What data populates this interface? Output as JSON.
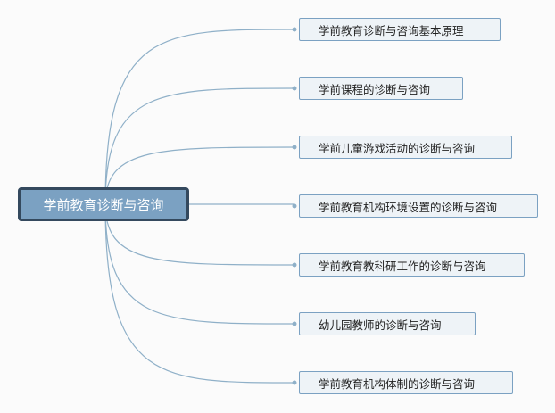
{
  "root": {
    "label": "学前教育诊断与咨询"
  },
  "children": [
    {
      "label": "学前教育诊断与咨询基本原理"
    },
    {
      "label": "学前课程的诊断与咨询"
    },
    {
      "label": "学前儿童游戏活动的诊断与咨询"
    },
    {
      "label": "学前教育机构环境设置的诊断与咨询"
    },
    {
      "label": "学前教育教科研工作的诊断与咨询"
    },
    {
      "label": "幼儿园教师的诊断与咨询"
    },
    {
      "label": "学前教育机构体制的诊断与咨询"
    }
  ],
  "colors": {
    "root_fill": "#7ba1c2",
    "root_border": "#34495e",
    "child_fill": "#eef3f7",
    "child_border": "#7ba1c2",
    "connector": "#8fb0c8"
  }
}
